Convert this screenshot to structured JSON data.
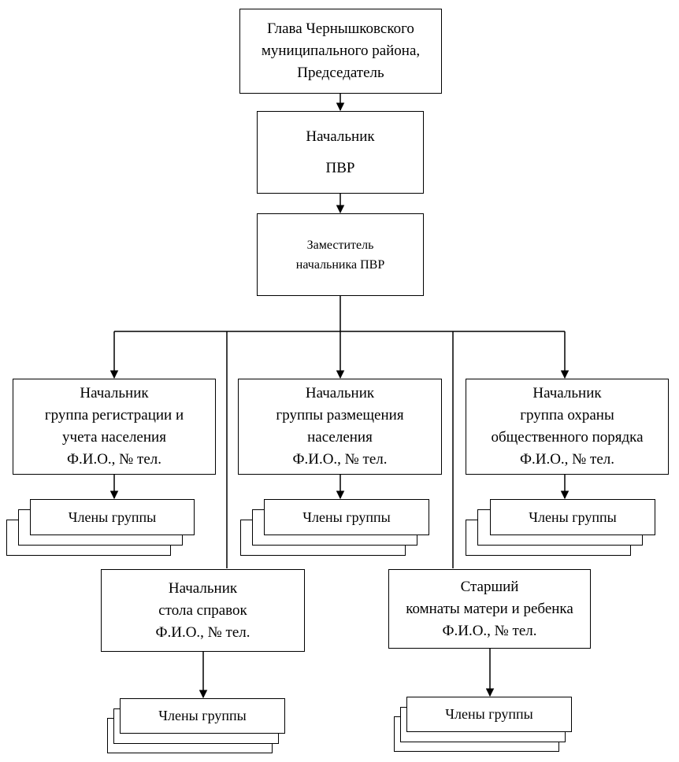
{
  "diagram": {
    "head": [
      "Глава Чернышковского",
      "муниципального района,",
      "Председатель"
    ],
    "chief": {
      "line1": "Начальник",
      "line2": "ПВР"
    },
    "deputy": [
      "Заместитель",
      "начальника ПВР"
    ],
    "registration": [
      "Начальник",
      "группа регистрации и",
      "учета населения",
      "Ф.И.О., № тел."
    ],
    "placement": [
      "Начальник",
      "группы размещения",
      "населения",
      "Ф.И.О., № тел."
    ],
    "security": [
      "Начальник",
      "группа охраны",
      "общественного порядка",
      "Ф.И.О., № тел."
    ],
    "info_desk": [
      "Начальник",
      "стола справок",
      "Ф.И.О., № тел."
    ],
    "mother_child": [
      "Старший",
      "комнаты матери и ребенка",
      "Ф.И.О., № тел."
    ],
    "members_label": "Члены группы"
  },
  "colors": {
    "line": "#000000",
    "background": "#ffffff"
  }
}
